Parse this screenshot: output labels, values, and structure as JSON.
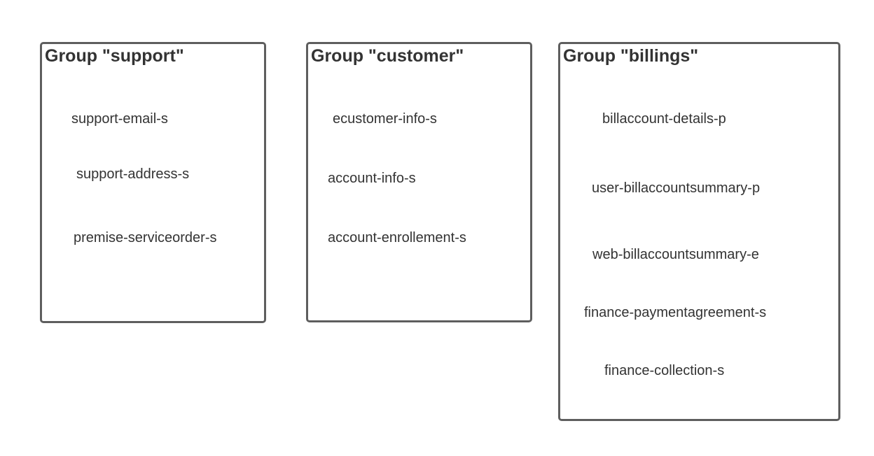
{
  "groups": {
    "support": {
      "title": "Group \"support\"",
      "items": [
        "support-email-s",
        "support-address-s",
        "premise-serviceorder-s"
      ]
    },
    "customer": {
      "title": "Group \"customer\"",
      "items": [
        "ecustomer-info-s",
        "account-info-s",
        "account-enrollement-s"
      ]
    },
    "billings": {
      "title": "Group \"billings\"",
      "items": [
        "billaccount-details-p",
        "user-billaccountsummary-p",
        "web-billaccountsummary-e",
        "finance-paymentagreement-s",
        "finance-collection-s"
      ]
    }
  },
  "colors": {
    "border": "#5e5e5e",
    "text": "#333333",
    "background": "#ffffff"
  }
}
